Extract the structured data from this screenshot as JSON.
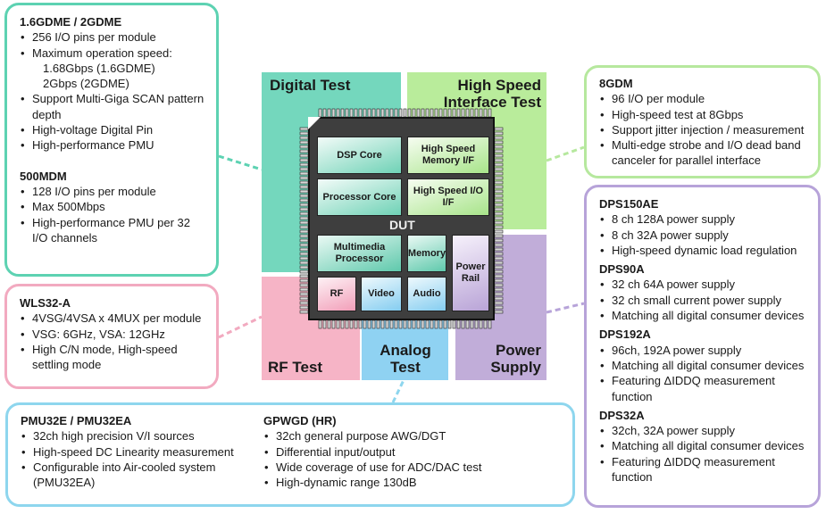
{
  "gdme_box": {
    "title1": "1.6GDME / 2GDME",
    "items1": [
      "256 I/O pins per module",
      "Maximum operation speed:"
    ],
    "speeds": [
      "1.68Gbps (1.6GDME)",
      "2Gbps (2GDME)"
    ],
    "items1b": [
      "Support Multi-Giga SCAN pattern depth",
      "High-voltage Digital Pin",
      "High-performance PMU"
    ],
    "title2": "500MDM",
    "items2": [
      "128 I/O pins per module",
      "Max 500Mbps",
      "High-performance PMU per 32 I/O channels"
    ]
  },
  "wls_box": {
    "title": "WLS32-A",
    "items": [
      "4VSG/4VSA x 4MUX per module",
      "VSG: 6GHz, VSA: 12GHz",
      "High C/N mode, High-speed settling mode"
    ]
  },
  "pmu_box": {
    "title1": "PMU32E / PMU32EA",
    "items1": [
      "32ch high precision V/I sources",
      "High-speed DC Linearity measurement",
      "Configurable into Air-cooled system (PMU32EA)"
    ],
    "title2": "GPWGD (HR)",
    "items2": [
      "32ch general purpose AWG/DGT",
      "Differential input/output",
      "Wide coverage of use for ADC/DAC test",
      "High-dynamic range 130dB"
    ]
  },
  "gdm_box": {
    "title": "8GDM",
    "items": [
      "96 I/O per module",
      "High-speed test at 8Gbps",
      "Support jitter injection / measurement",
      "Multi-edge strobe and I/O dead band canceler for parallel interface"
    ]
  },
  "dps_box": {
    "sections": [
      {
        "title": "DPS150AE",
        "items": [
          "8 ch 128A power supply",
          "8 ch 32A power supply",
          "High-speed dynamic load regulation"
        ]
      },
      {
        "title": "DPS90A",
        "items": [
          "32 ch 64A power supply",
          "32 ch small current power supply",
          "Matching all digital consumer devices"
        ]
      },
      {
        "title": "DPS192A",
        "items": [
          "96ch, 192A power supply",
          "Matching all digital consumer devices",
          "Featuring ΔIDDQ measurement function"
        ]
      },
      {
        "title": "DPS32A",
        "items": [
          "32ch, 32A power supply",
          "Matching all digital consumer devices",
          "Featuring ΔIDDQ measurement function"
        ]
      }
    ]
  },
  "quadrants": {
    "digital": "Digital Test",
    "highspeed": "High Speed Interface Test",
    "rf": "RF Test",
    "analog": "Analog Test",
    "power": "Power Supply"
  },
  "chip": {
    "dut": "DUT",
    "dsp": "DSP Core",
    "hs_mem": "High Speed Memory I/F",
    "processor": "Processor Core",
    "hs_io": "High Speed I/O I/F",
    "multimedia": "Multimedia Processor",
    "memory": "Memory",
    "power_rail": "Power Rail",
    "rf": "RF",
    "video": "Video",
    "audio": "Audio"
  },
  "colors": {
    "digital": "#74d7bd",
    "highspeed": "#b9ec9b",
    "rf": "#f6b4c6",
    "analog": "#8fd2f2",
    "power": "#c1add9"
  }
}
